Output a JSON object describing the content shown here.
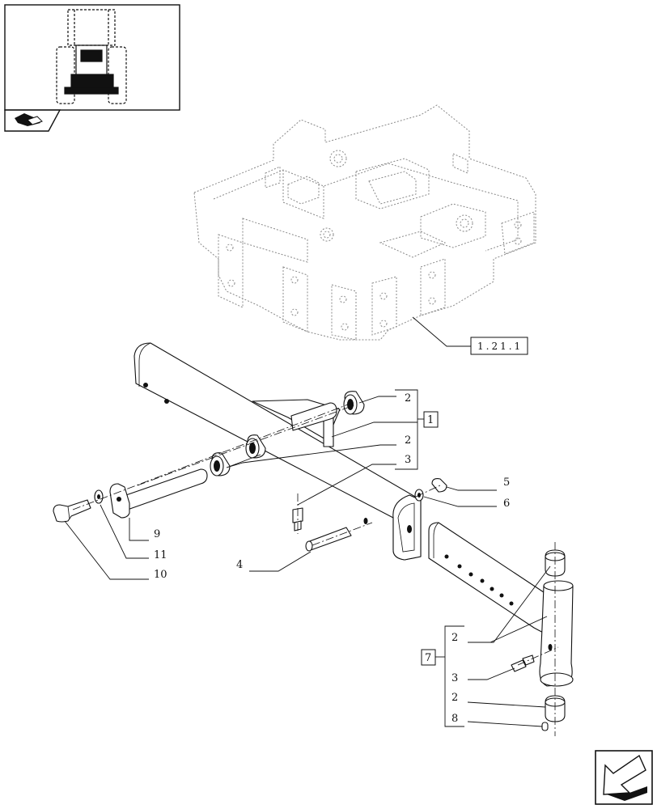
{
  "reference_label": "1.21.1",
  "callouts": {
    "c1": "1",
    "c2a": "2",
    "c2b": "2",
    "c3a": "3",
    "c4": "4",
    "c5": "5",
    "c6": "6",
    "c7": "7",
    "c2c": "2",
    "c3b": "3",
    "c2d": "2",
    "c8": "8",
    "c9": "9",
    "c11": "11",
    "c10": "10"
  },
  "icons": {
    "thumbnail": "tractor-front-thumbnail",
    "section": "book-section-icon",
    "next_page": "next-page-arrow-icon"
  }
}
